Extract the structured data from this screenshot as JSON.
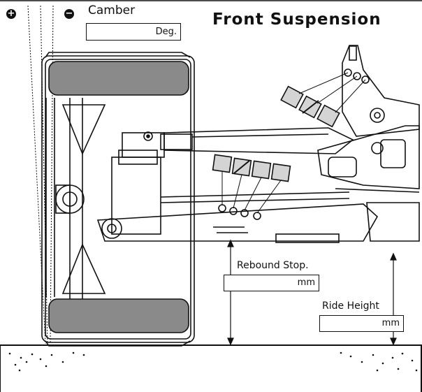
{
  "title": "Front Suspension",
  "camber": {
    "label": "Camber",
    "unit": "Deg.",
    "plus_icon": "plus-circle-icon",
    "minus_icon": "minus-circle-icon"
  },
  "rebound_stop": {
    "label": "Rebound Stop.",
    "unit": "mm"
  },
  "ride_height": {
    "label": "Ride Height",
    "unit": "mm"
  }
}
